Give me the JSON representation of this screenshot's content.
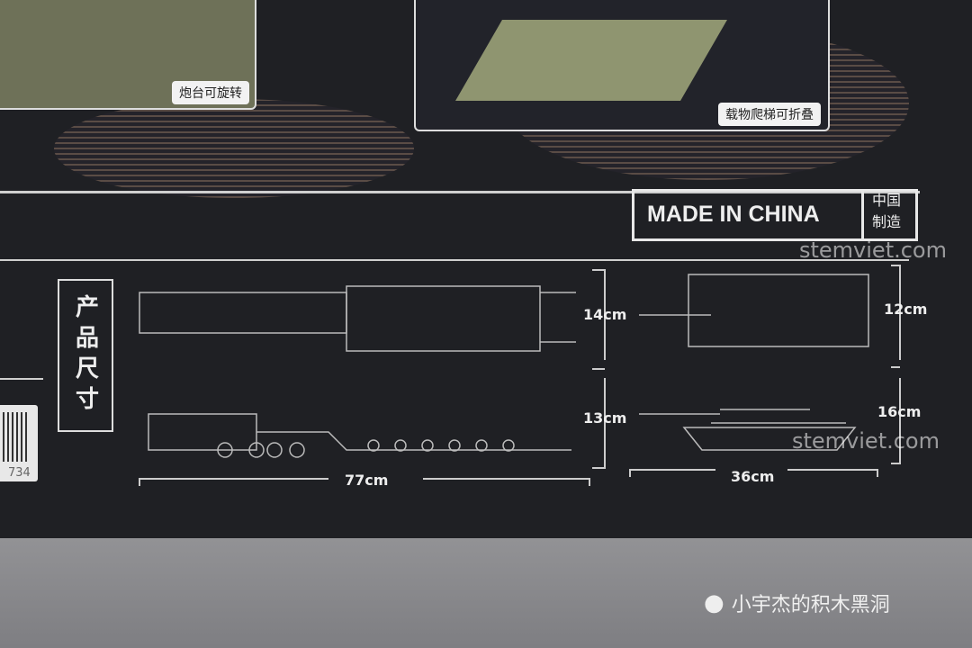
{
  "top_panels": {
    "left_caption": "炮台可旋转",
    "right_caption": "载物爬梯可折叠"
  },
  "made_in": {
    "english": "MADE IN CHINA",
    "chinese_line1": "中国",
    "chinese_line2": "制造"
  },
  "side_label": "产品尺寸",
  "barcode_digits": "734",
  "dimensions": {
    "transporter_top_height": "14cm",
    "transporter_side_height": "13cm",
    "transporter_length": "77cm",
    "tank_top_height": "12cm",
    "tank_side_height": "16cm",
    "tank_length": "36cm"
  },
  "watermarks": [
    "stemviet.com",
    "stemviet.com"
  ],
  "wechat_account": "小宇杰的积木黑洞",
  "colors": {
    "box": "#1f2024",
    "olive": "#8f9570",
    "floor": "#8c8c8f"
  }
}
